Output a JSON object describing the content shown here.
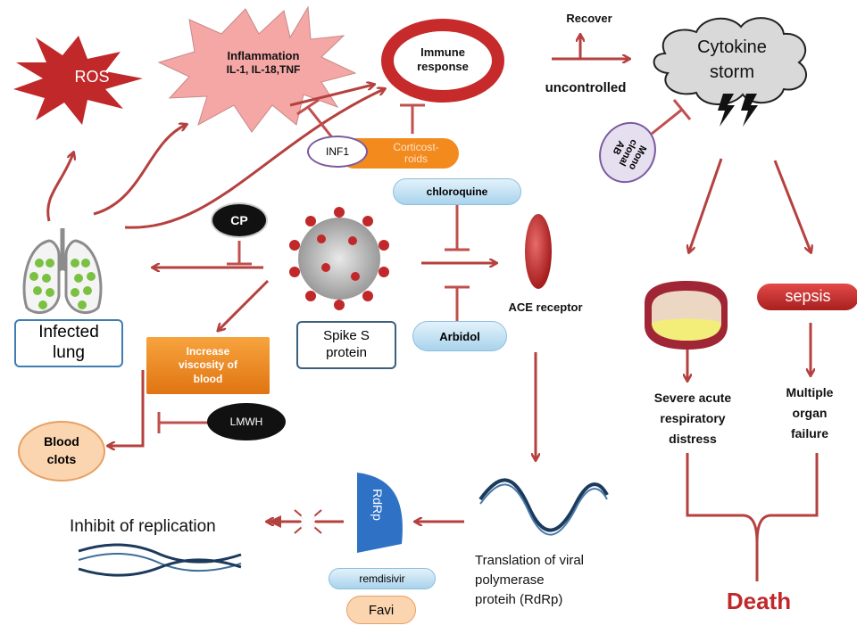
{
  "labels": {
    "ros": "ROS",
    "inflammation_title": "Inflammation",
    "inflammation_sub": "IL-1, IL-18,TNF",
    "immune_line1": "Immune",
    "immune_line2": "response",
    "recover": "Recover",
    "uncontrolled": "uncontrolled",
    "cytokine_line1": "Cytokine",
    "cytokine_line2": "storm",
    "monoclonal": "Mono clonal AB",
    "inf1": "INF1",
    "corticosteroids": "Corticost-roids",
    "chloroquine": "chloroquine",
    "cp": "CP",
    "ace_receptor": "ACE receptor",
    "arbidol": "Arbidol",
    "sepsis": "sepsis",
    "infected_lung": "Infected lung",
    "spike_protein": "Spike S protein",
    "increase_viscosity": "Increase viscosity of blood",
    "lmwh": "LMWH",
    "blood_clots": "Blood clots",
    "sards_1": "Severe acute",
    "sards_2": "respiratory",
    "sards_3": "distress",
    "mof_1": "Multiple",
    "mof_2": "organ",
    "mof_3": "failure",
    "rdrp": "RdRp",
    "inhibit_replication": "Inhibit of replication",
    "remdesivir": "remdisivir",
    "favi": "Favi",
    "translation_1": "Translation of viral",
    "translation_2": "polymerase",
    "translation_3": "proteih (RdRp)",
    "death": "Death"
  },
  "colors": {
    "arrow": "#b5413f",
    "inhibit": "#c0504d",
    "ros_star": "#c0282a",
    "inflammation_star": "#f4a7a5",
    "ring": "#c62a2a",
    "cloud": "#d9d9d9",
    "orange_box": "#f28a1e",
    "blood_clot_fill": "#fbd5b0",
    "light_blue_pill": "#c9e4f3",
    "lavender": "#e5dff0",
    "purple_border": "#7a5a9e",
    "death_text": "#c0282a",
    "rdrp_blue": "#2f72c5"
  }
}
